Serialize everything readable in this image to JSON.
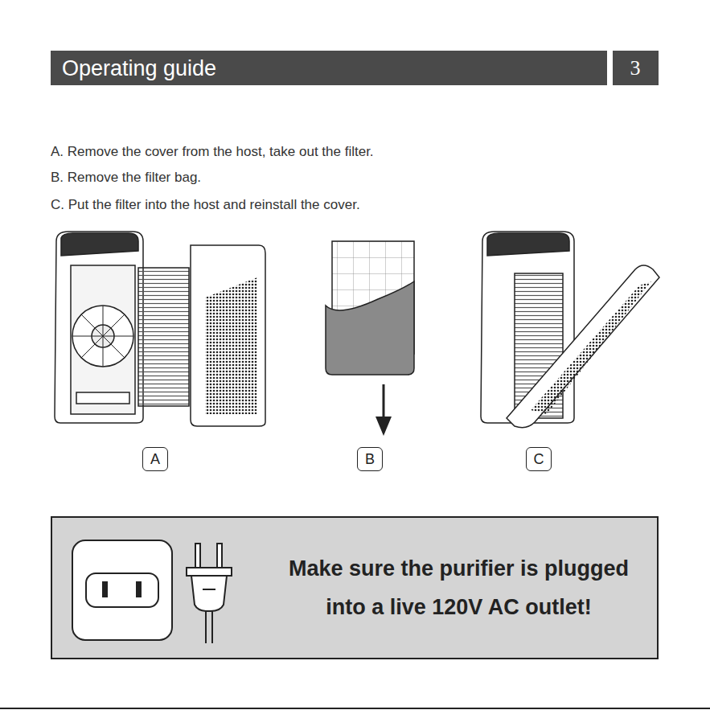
{
  "diagram": {
    "title": "Operating guide",
    "nodes": [
      {
        "text": [
          "A"
        ]
      },
      {
        "text": [
          "B"
        ]
      },
      {
        "text": [
          "C"
        ]
      },
      {
        "text": [
          "Make sure the purifier is plugged into a live 120V AC outlet!"
        ]
      }
    ],
    "labels": [
      "3",
      "A.  Remove the cover from the host, take out the filter.",
      "B.  Remove the filter bag.",
      "C.  Put the filter into the host and reinstall the cover."
    ]
  }
}
